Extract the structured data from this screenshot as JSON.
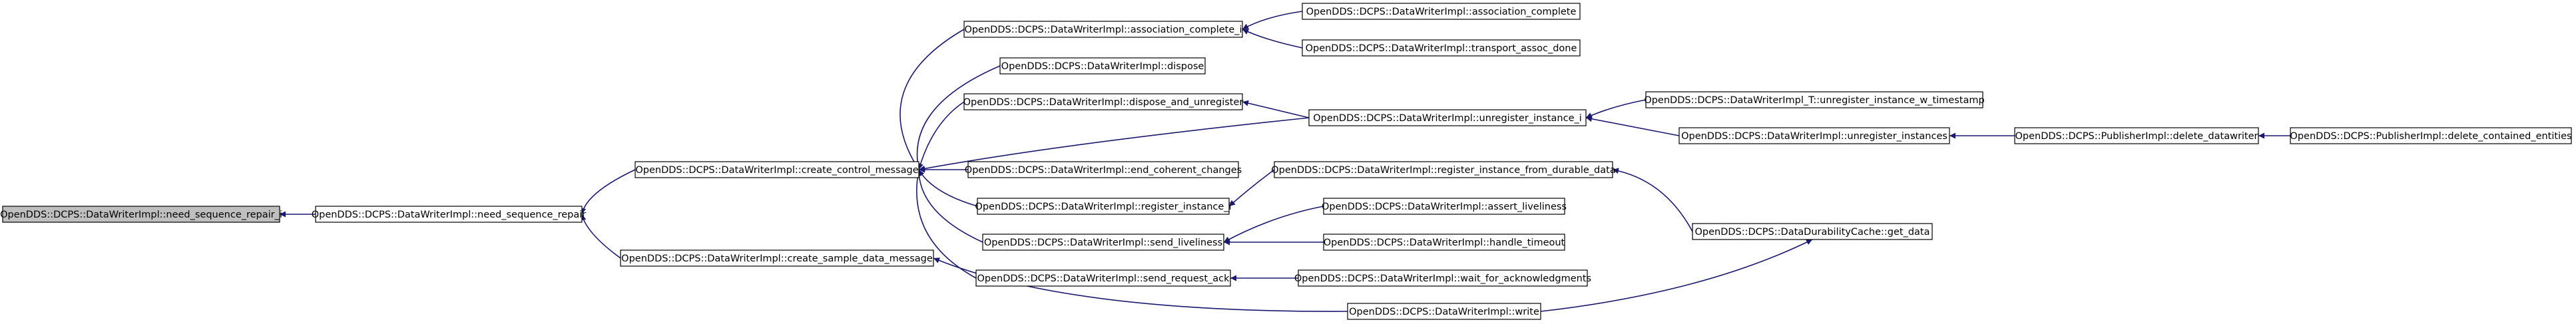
{
  "graph": {
    "title": "",
    "colors": {
      "edge": "#191970",
      "node_fill": "#ffffff",
      "node_border": "#000000",
      "root_fill": "#bfbfbf"
    },
    "root_node": "need_sequence_repair_i",
    "nodes": [
      {
        "id": "need_sequence_repair_i",
        "label": "OpenDDS::DCPS::DataWriterImpl::need_sequence_repair_i"
      },
      {
        "id": "need_sequence_repair",
        "label": "OpenDDS::DCPS::DataWriterImpl::need_sequence_repair"
      },
      {
        "id": "create_control_message",
        "label": "OpenDDS::DCPS::DataWriterImpl::create_control_message"
      },
      {
        "id": "create_sample_data_message",
        "label": "OpenDDS::DCPS::DataWriterImpl::create_sample_data_message"
      },
      {
        "id": "association_complete_i",
        "label": "OpenDDS::DCPS::DataWriterImpl::association_complete_i"
      },
      {
        "id": "dispose",
        "label": "OpenDDS::DCPS::DataWriterImpl::dispose"
      },
      {
        "id": "dispose_and_unregister",
        "label": "OpenDDS::DCPS::DataWriterImpl::dispose_and_unregister"
      },
      {
        "id": "end_coherent_changes",
        "label": "OpenDDS::DCPS::DataWriterImpl::end_coherent_changes"
      },
      {
        "id": "register_instance_i",
        "label": "OpenDDS::DCPS::DataWriterImpl::register_instance_i"
      },
      {
        "id": "send_liveliness",
        "label": "OpenDDS::DCPS::DataWriterImpl::send_liveliness"
      },
      {
        "id": "send_request_ack",
        "label": "OpenDDS::DCPS::DataWriterImpl::send_request_ack"
      },
      {
        "id": "association_complete",
        "label": "OpenDDS::DCPS::DataWriterImpl::association_complete"
      },
      {
        "id": "transport_assoc_done",
        "label": "OpenDDS::DCPS::DataWriterImpl::transport_assoc_done"
      },
      {
        "id": "unregister_instance_i",
        "label": "OpenDDS::DCPS::DataWriterImpl::unregister_instance_i"
      },
      {
        "id": "register_instance_from_durable_data",
        "label": "OpenDDS::DCPS::DataWriterImpl::register_instance_from_durable_data"
      },
      {
        "id": "assert_liveliness",
        "label": "OpenDDS::DCPS::DataWriterImpl::assert_liveliness"
      },
      {
        "id": "handle_timeout",
        "label": "OpenDDS::DCPS::DataWriterImpl::handle_timeout"
      },
      {
        "id": "wait_for_acknowledgments",
        "label": "OpenDDS::DCPS::DataWriterImpl::wait_for_acknowledgments"
      },
      {
        "id": "write",
        "label": "OpenDDS::DCPS::DataWriterImpl::write"
      },
      {
        "id": "unregister_instance_w_timestamp",
        "label": "OpenDDS::DCPS::DataWriterImpl_T::unregister_instance_w_timestamp"
      },
      {
        "id": "unregister_instances",
        "label": "OpenDDS::DCPS::DataWriterImpl::unregister_instances"
      },
      {
        "id": "get_data",
        "label": "OpenDDS::DCPS::DataDurabilityCache::get_data"
      },
      {
        "id": "delete_datawriter",
        "label": "OpenDDS::DCPS::PublisherImpl::delete_datawriter"
      },
      {
        "id": "delete_contained_entities",
        "label": "OpenDDS::DCPS::PublisherImpl::delete_contained_entities"
      }
    ],
    "edges": [
      {
        "from": "need_sequence_repair",
        "to": "need_sequence_repair_i"
      },
      {
        "from": "create_control_message",
        "to": "need_sequence_repair"
      },
      {
        "from": "create_sample_data_message",
        "to": "need_sequence_repair"
      },
      {
        "from": "association_complete_i",
        "to": "create_control_message"
      },
      {
        "from": "dispose",
        "to": "create_control_message"
      },
      {
        "from": "dispose_and_unregister",
        "to": "create_control_message"
      },
      {
        "from": "unregister_instance_i",
        "to": "create_control_message"
      },
      {
        "from": "end_coherent_changes",
        "to": "create_control_message"
      },
      {
        "from": "register_instance_i",
        "to": "create_control_message"
      },
      {
        "from": "send_liveliness",
        "to": "create_control_message"
      },
      {
        "from": "send_request_ack",
        "to": "create_control_message"
      },
      {
        "from": "write",
        "to": "create_sample_data_message"
      },
      {
        "from": "association_complete",
        "to": "association_complete_i"
      },
      {
        "from": "transport_assoc_done",
        "to": "association_complete_i"
      },
      {
        "from": "unregister_instance_i",
        "to": "dispose_and_unregister"
      },
      {
        "from": "unregister_instance_w_timestamp",
        "to": "unregister_instance_i"
      },
      {
        "from": "unregister_instances",
        "to": "unregister_instance_i"
      },
      {
        "from": "delete_datawriter",
        "to": "unregister_instances"
      },
      {
        "from": "delete_contained_entities",
        "to": "delete_datawriter"
      },
      {
        "from": "register_instance_from_durable_data",
        "to": "register_instance_i"
      },
      {
        "from": "get_data",
        "to": "register_instance_from_durable_data"
      },
      {
        "from": "assert_liveliness",
        "to": "send_liveliness"
      },
      {
        "from": "handle_timeout",
        "to": "send_liveliness"
      },
      {
        "from": "wait_for_acknowledgments",
        "to": "send_request_ack"
      },
      {
        "from": "write",
        "to": "get_data"
      }
    ]
  }
}
